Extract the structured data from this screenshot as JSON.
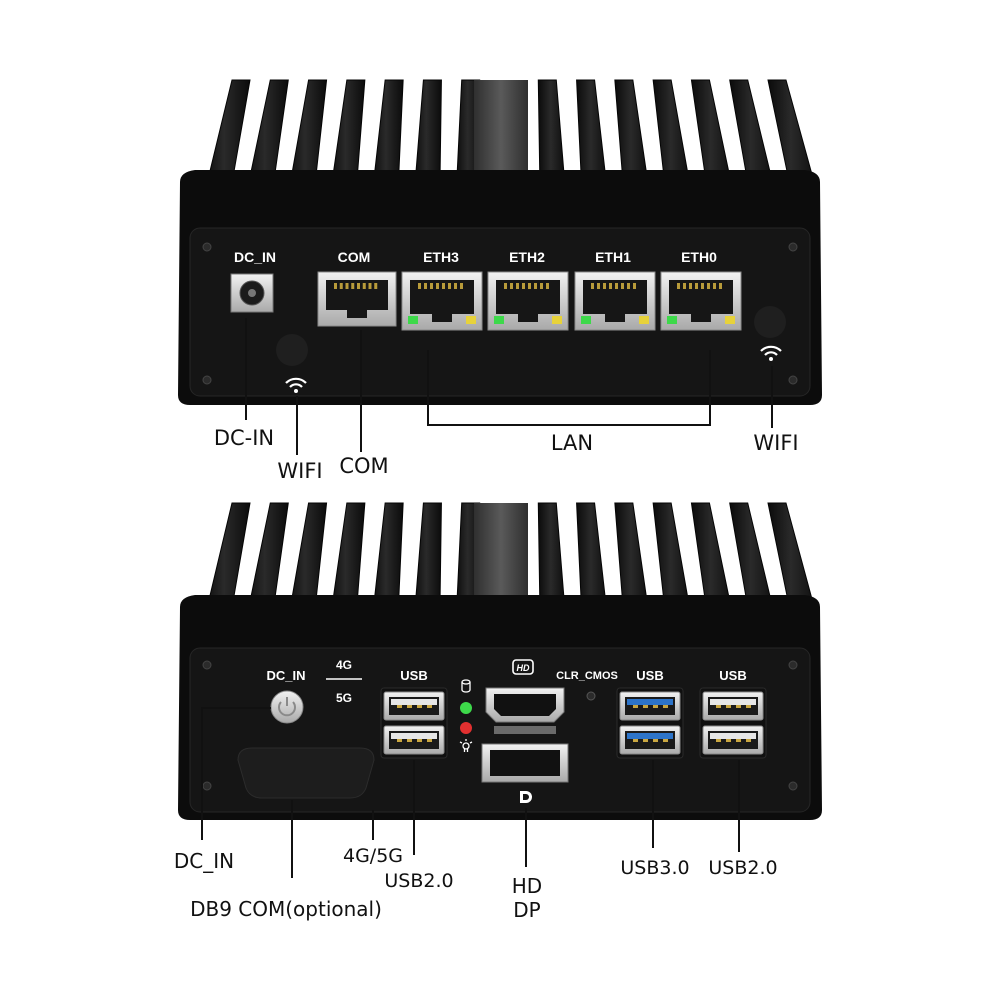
{
  "top_panel": {
    "port_labels": {
      "dc_in": "DC_IN",
      "com": "COM",
      "eth3": "ETH3",
      "eth2": "ETH2",
      "eth1": "ETH1",
      "eth0": "ETH0"
    },
    "callouts": {
      "dc_in": "DC-IN",
      "wifi_left": "WIFI",
      "com": "COM",
      "lan": "LAN",
      "wifi_right": "WIFI"
    }
  },
  "bottom_panel": {
    "port_labels": {
      "dc_in": "DC_IN",
      "modem_4g": "4G",
      "modem_5g": "5G",
      "usb_left": "USB",
      "clr_cmos": "CLR_CMOS",
      "usb_mid": "USB",
      "usb_right": "USB"
    },
    "callouts": {
      "dc_in": "DC_IN",
      "db9": "DB9 COM(optional)",
      "modem": "4G/5G",
      "usb20_left": "USB2.0",
      "hd": "HD",
      "dp": "DP",
      "usb30": "USB3.0",
      "usb20_right": "USB2.0"
    }
  },
  "colors": {
    "chassis": "#0c0c0c",
    "panel": "#141414",
    "fin": "#1c1c1c",
    "fin_highlight": "#3a3a3a",
    "center_fin": "#474747",
    "port_silver": "#d6d6d6",
    "usb3_blue": "#2d74c9",
    "led_green": "#3dd94a",
    "led_amber": "#e7d23a",
    "led_red": "#e23030"
  }
}
